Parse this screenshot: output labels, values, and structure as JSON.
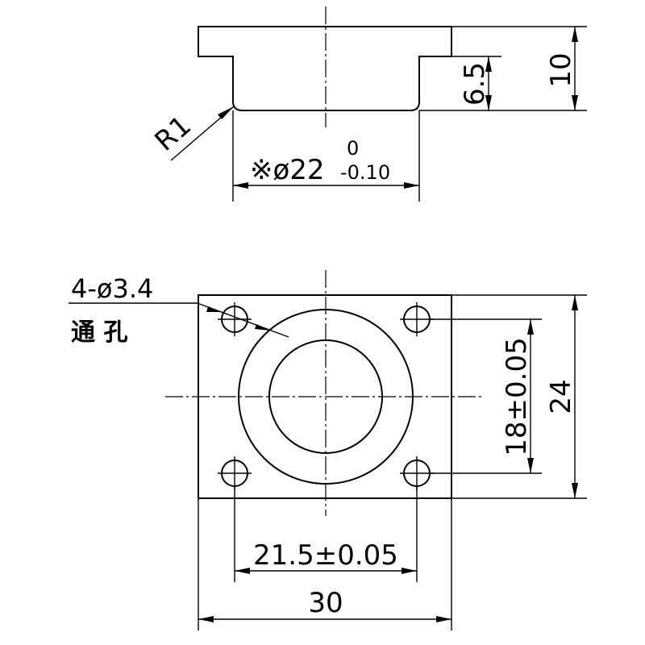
{
  "side_view": {
    "height_total": "10",
    "height_body": "6.5",
    "radius": "R1",
    "diameter_prefix": "※ø22",
    "diameter_upper_tol": "0",
    "diameter_lower_tol": "-0.10"
  },
  "top_view": {
    "hole_callout": "4-ø3.4",
    "hole_note": "通 孔",
    "hole_spacing_vertical": "18±0.05",
    "height": "24",
    "hole_spacing_horizontal": "21.5±0.05",
    "width": "30"
  }
}
